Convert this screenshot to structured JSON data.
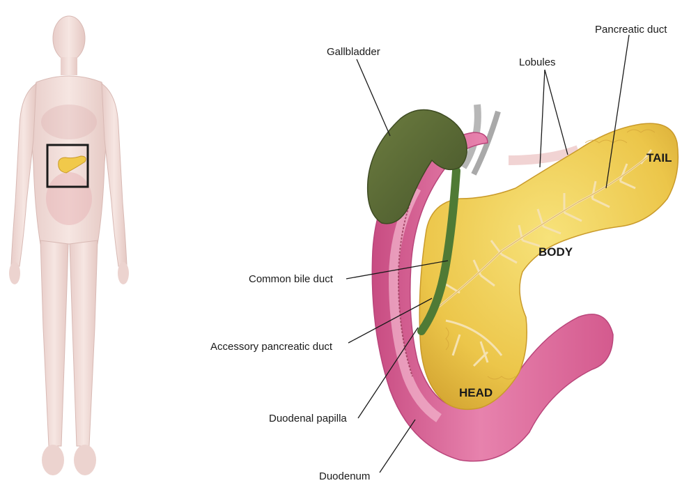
{
  "labels": {
    "gallbladder": "Gallbladder",
    "lobules": "Lobules",
    "pancreatic_duct": "Pancreatic duct",
    "common_bile_duct": "Common bile duct",
    "accessory_pancreatic_duct": "Accessory pancreatic duct",
    "duodenal_papilla": "Duodenal papilla",
    "duodenum": "Duodenum"
  },
  "regions": {
    "tail": "TAIL",
    "body": "BODY",
    "head": "HEAD"
  },
  "colors": {
    "pancreas": "#f0cf52",
    "pancreas_edge": "#d6a834",
    "duodenum": "#d45a8e",
    "duodenum_light": "#f2a6c4",
    "gallbladder": "#5a6a34",
    "bile_duct": "#4f7a35",
    "body_silhouette": "#f1dcd8",
    "highlight_box": "#1a1a1a"
  },
  "icons": {
    "figure": "human-body-figure",
    "inset": "pancreas-location-box"
  }
}
